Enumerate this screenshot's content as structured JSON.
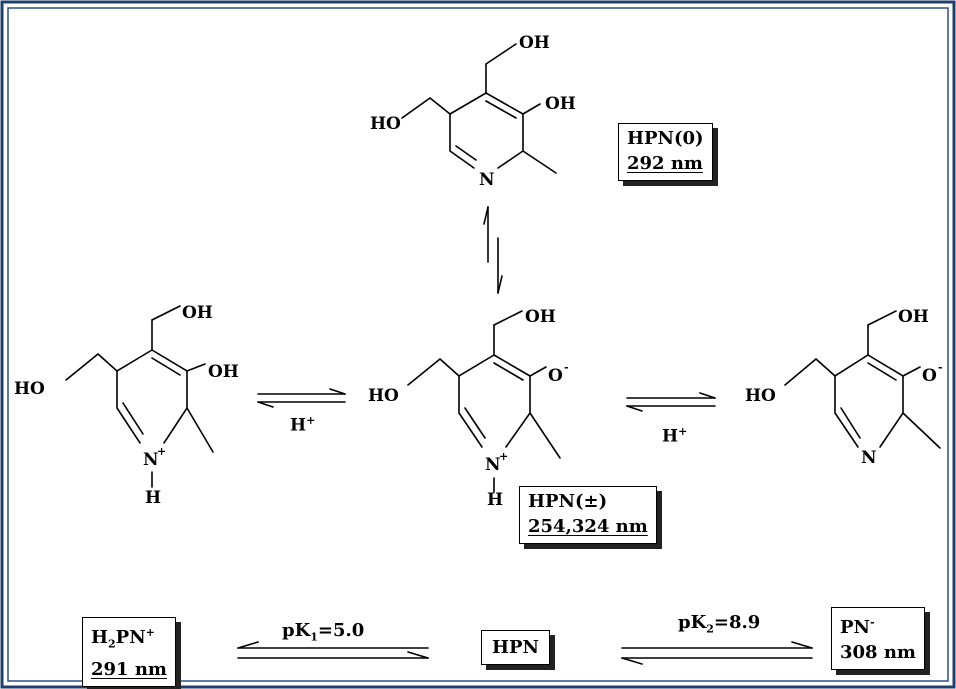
{
  "labels": {
    "oh": "OH",
    "ho": "HO",
    "o_minus": "O",
    "n": "N",
    "n_plus": "N",
    "h": "H",
    "minus": "-",
    "plus": "+"
  },
  "species_boxes": {
    "hpn_neutral": {
      "name": "HPN(0)",
      "wavelength": "292 nm"
    },
    "hpn_zwitterion": {
      "name": "HPN(±)",
      "wavelength": "254,324 nm"
    },
    "h2pn": {
      "name_main": "H",
      "name_sub": "2",
      "name_rest": "PN",
      "name_sup": "+",
      "wavelength": "291 nm"
    },
    "hpn": {
      "name": "HPN"
    },
    "pn": {
      "name": "PN",
      "name_sup": "-",
      "wavelength": "308 nm"
    }
  },
  "equilibrium_labels": {
    "h_plus_left": {
      "text": "H",
      "sup": "+"
    },
    "h_plus_right": {
      "text": "H",
      "sup": "+"
    },
    "pk1": {
      "text": "pK",
      "sub": "1",
      "value": "=5.0"
    },
    "pk2": {
      "text": "pK",
      "sub": "2",
      "value": "=8.9"
    }
  },
  "colors": {
    "frame_outer": "#1f3f6e",
    "frame_inner": "#2a4f86",
    "ink": "#000000"
  }
}
